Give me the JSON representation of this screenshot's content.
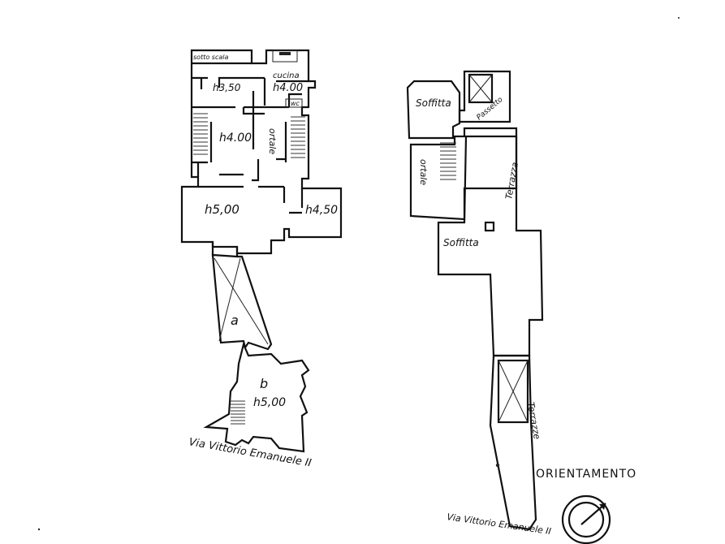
{
  "left_plan": {
    "sotto_scala": "sotto scala",
    "cucina": "cucina",
    "h_350": "h3,50",
    "h_400_top": "h4.00",
    "wc": "wc",
    "h_400_mid": "h4.00",
    "ortale": "ortale",
    "h_500": "h5,00",
    "h_450": "h4,50",
    "room_a": "a",
    "room_b": "b",
    "h_500_b": "h5,00",
    "street": "Via Vittorio Emanuele II"
  },
  "right_plan": {
    "soffitta_top": "Soffitta",
    "passetto": "Passetto",
    "ortale": "ortale",
    "terrazza_top": "Terrazza",
    "soffitta_mid": "Soffitta",
    "terrazza_bottom": "Terrazze",
    "street": "Via Vittorio Emanuele II"
  },
  "orientation": {
    "title": "ORIENTAMENTO",
    "compass": "compass-icon"
  }
}
